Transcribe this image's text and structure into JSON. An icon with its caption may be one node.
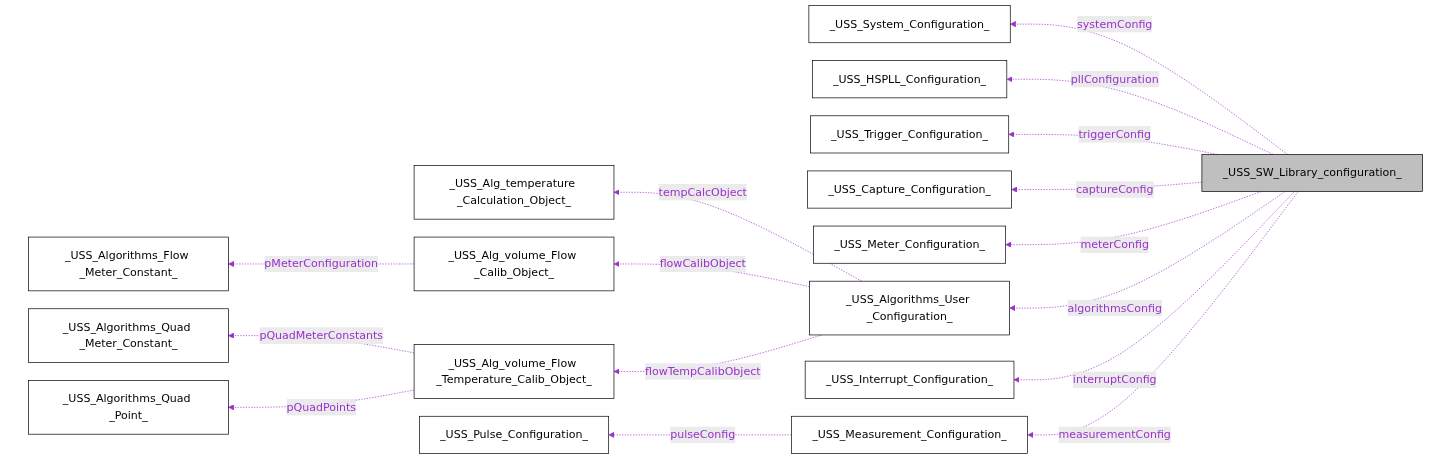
{
  "diagram": {
    "nodes": [
      {
        "text": [
          "_USS_System_Configuration_"
        ]
      },
      {
        "text": [
          "_USS_HSPLL_Configuration_"
        ]
      },
      {
        "text": [
          "_USS_Trigger_Configuration_"
        ]
      },
      {
        "text": [
          "_USS_Capture_Configuration_"
        ]
      },
      {
        "text": [
          "_USS_SW_Library_configuration_"
        ]
      },
      {
        "text": [
          "_USS_Meter_Configuration_"
        ]
      },
      {
        "text": [
          "_USS_Interrupt_Configuration_"
        ]
      },
      {
        "text": [
          "_USS_Alg_temperature _Calculation_Object_"
        ]
      },
      {
        "text": [
          "_USS_Algorithms_Flow _Meter_Constant_"
        ]
      },
      {
        "text": [
          "_USS_Alg_volume_Flow _Calib_Object_"
        ]
      },
      {
        "text": [
          "_USS_Algorithms_User _Configuration_"
        ]
      },
      {
        "text": [
          "_USS_Algorithms_Quad _Meter_Constant_"
        ]
      },
      {
        "text": [
          "_USS_Alg_volume_Flow _Temperature_Calib_Object_"
        ]
      },
      {
        "text": [
          "_USS_Measurement_Configuration_"
        ]
      },
      {
        "text": [
          "_USS_Algorithms_Quad _Point_"
        ]
      },
      {
        "text": [
          "_USS_Pulse_Configuration_"
        ]
      }
    ],
    "edges": [
      {
        "from": 4,
        "to": 0,
        "arrow": "to",
        "label": "systemConfig",
        "style": "dashed"
      },
      {
        "from": 4,
        "to": 1,
        "arrow": "to",
        "label": "pllConfiguration",
        "style": "dashed"
      },
      {
        "from": 4,
        "to": 2,
        "arrow": "to",
        "label": "triggerConfig",
        "style": "dashed"
      },
      {
        "from": 4,
        "to": 3,
        "arrow": "to",
        "label": "captureConfig",
        "style": "dashed"
      },
      {
        "from": 4,
        "to": 5,
        "arrow": "to",
        "label": "meterConfig",
        "style": "dashed"
      },
      {
        "from": 4,
        "to": 6,
        "arrow": "to",
        "label": "interruptConfig",
        "style": "dashed"
      },
      {
        "from": 4,
        "to": 10,
        "arrow": "to",
        "label": "algorithmsConfig",
        "style": "dashed"
      },
      {
        "from": 4,
        "to": 13,
        "arrow": "to",
        "label": "measurementConfig",
        "style": "dashed"
      },
      {
        "from": 10,
        "to": 7,
        "arrow": "to",
        "label": "tempCalcObject",
        "style": "dashed"
      },
      {
        "from": 10,
        "to": 9,
        "arrow": "to",
        "label": "flowCalibObject",
        "style": "dashed"
      },
      {
        "from": 10,
        "to": 12,
        "arrow": "to",
        "label": "flowTempCalibObject",
        "style": "dashed"
      },
      {
        "from": 9,
        "to": 8,
        "arrow": "to",
        "label": "pMeterConfiguration",
        "style": "dashed"
      },
      {
        "from": 12,
        "to": 11,
        "arrow": "to",
        "label": "pQuadMeterConstants",
        "style": "dashed"
      },
      {
        "from": 12,
        "to": 14,
        "arrow": "to",
        "label": "pQuadPoints",
        "style": "dashed"
      },
      {
        "from": 13,
        "to": 15,
        "arrow": "to",
        "label": "pulseConfig",
        "style": "dashed"
      }
    ]
  }
}
